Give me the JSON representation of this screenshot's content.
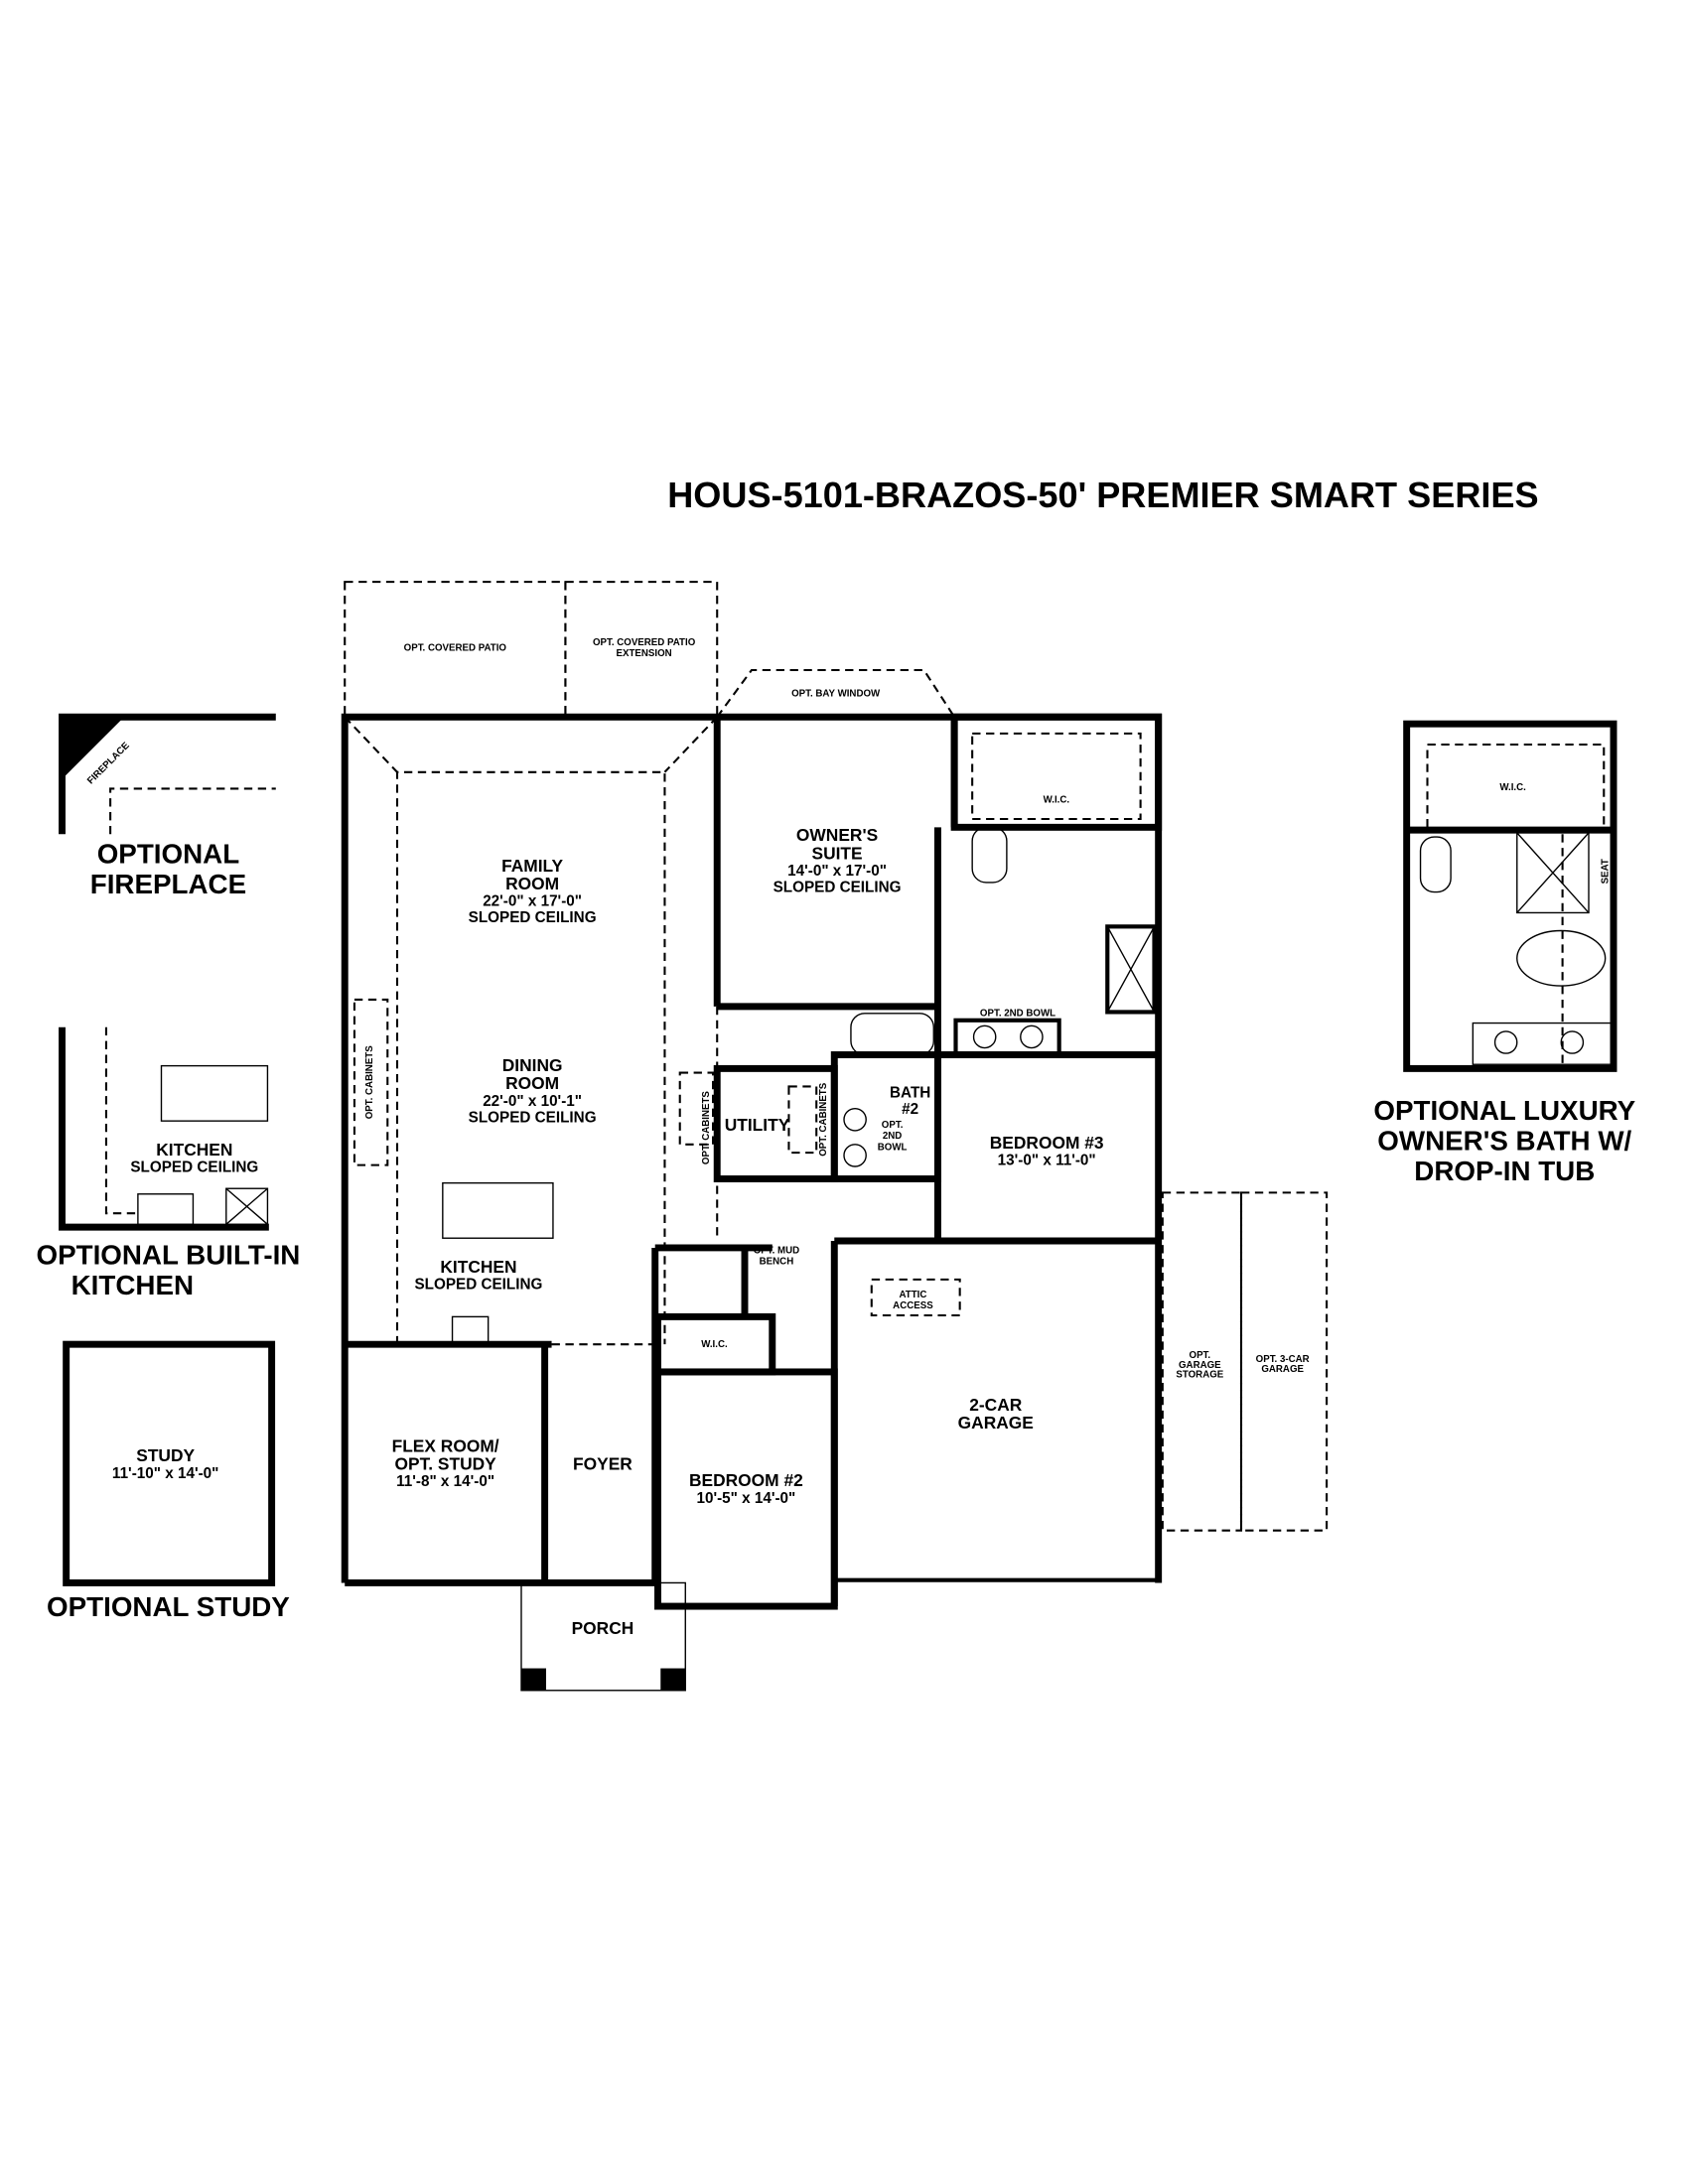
{
  "title": "HOUS-5101-BRAZOS-50' PREMIER SMART SERIES",
  "main_plan": {
    "patio": "OPT. COVERED PATIO",
    "patio_ext": [
      "OPT. COVERED PATIO",
      "EXTENSION"
    ],
    "bay_window": "OPT. BAY WINDOW",
    "family_room": {
      "name": [
        "FAMILY",
        "ROOM"
      ],
      "dims": "22'-0\" x 17'-0\"",
      "note": "SLOPED CEILING"
    },
    "dining_room": {
      "name": [
        "DINING",
        "ROOM"
      ],
      "dims": "22'-0\" x 10'-1\"",
      "note": "SLOPED CEILING"
    },
    "kitchen": {
      "name": "KITCHEN",
      "note": "SLOPED CEILING"
    },
    "opt_cabinets": "OPT. CABINETS",
    "owners_suite": {
      "name": [
        "OWNER'S",
        "SUITE"
      ],
      "dims": "14'-0\" x 17'-0\"",
      "note": "SLOPED CEILING"
    },
    "owners_wic": "W.I.C.",
    "opt_2nd_bowl": "OPT. 2ND BOWL",
    "utility": "UTILITY",
    "bath2": {
      "name": [
        "BATH",
        "#2"
      ],
      "note": [
        "OPT.",
        "2ND",
        "BOWL"
      ]
    },
    "bedroom3": {
      "name": "BEDROOM #3",
      "dims": "13'-0\" x 11'-0\""
    },
    "mud_bench": [
      "OPT. MUD",
      "BENCH"
    ],
    "attic": [
      "ATTIC",
      "ACCESS"
    ],
    "garage": {
      "name": [
        "2-CAR",
        "GARAGE"
      ]
    },
    "garage_storage": [
      "OPT.",
      "GARAGE",
      "STORAGE"
    ],
    "three_car": [
      "OPT. 3-CAR",
      "GARAGE"
    ],
    "wic2": "W.I.C.",
    "bedroom2": {
      "name": "BEDROOM #2",
      "dims": "10'-5\" x 14'-0\""
    },
    "flex_room": {
      "name": [
        "FLEX ROOM/",
        "OPT. STUDY"
      ],
      "dims": "11'-8\" x 14'-0\""
    },
    "foyer": "FOYER",
    "porch": "PORCH"
  },
  "optional_fireplace": {
    "label": "FIREPLACE",
    "caption": [
      "OPTIONAL",
      "FIREPLACE"
    ]
  },
  "optional_kitchen": {
    "name": "KITCHEN",
    "note": "SLOPED CEILING",
    "caption": [
      "OPTIONAL BUILT-IN",
      "KITCHEN"
    ]
  },
  "optional_study": {
    "name": "STUDY",
    "dims": "11'-10\" x 14'-0\"",
    "caption": "OPTIONAL STUDY"
  },
  "optional_luxury_bath": {
    "wic": "W.I.C.",
    "seat": "SEAT",
    "caption": [
      "OPTIONAL LUXURY",
      "OWNER'S BATH W/",
      "DROP-IN TUB"
    ]
  }
}
